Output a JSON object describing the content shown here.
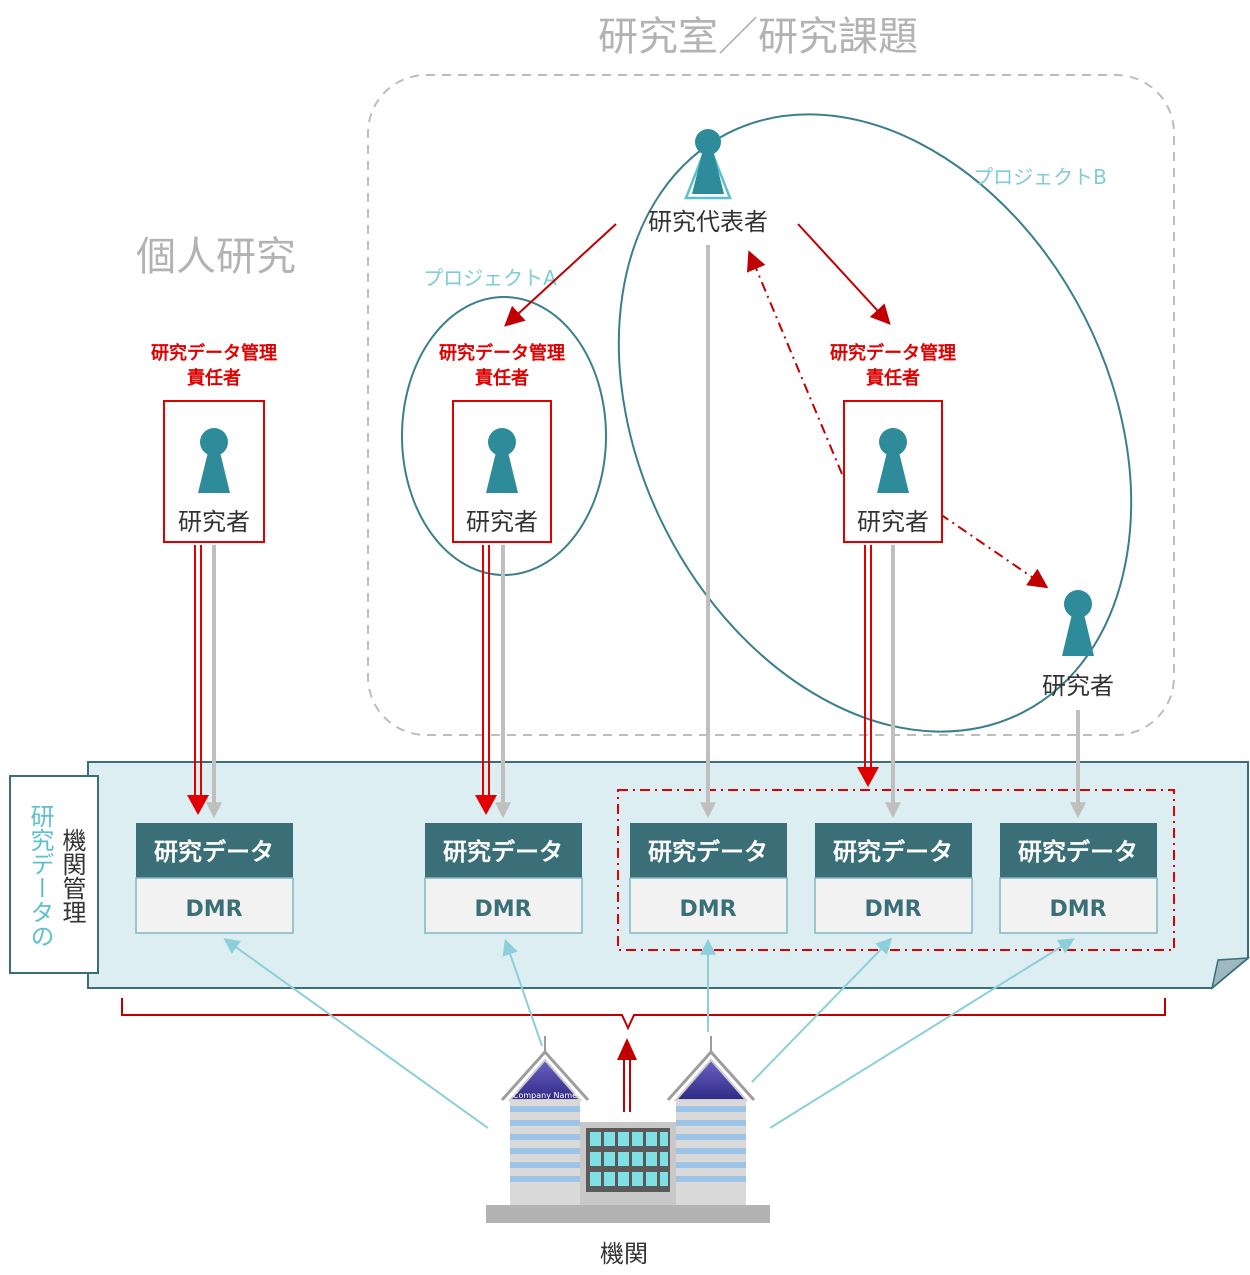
{
  "titles": {
    "lab": "研究室／研究課題",
    "individual": "個人研究",
    "project_a": "プロジェクトA",
    "project_b": "プロジェクトB"
  },
  "roles": {
    "pi": "研究代表者",
    "researcher": "研究者",
    "manager_line1": "研究データ管理",
    "manager_line2": "責任者"
  },
  "panel": {
    "side_label_accent": "研究データの",
    "side_label_main": "機関管理"
  },
  "data_boxes": [
    {
      "header": "研究データ",
      "body": "DMR"
    },
    {
      "header": "研究データ",
      "body": "DMR"
    },
    {
      "header": "研究データ",
      "body": "DMR"
    },
    {
      "header": "研究データ",
      "body": "DMR"
    },
    {
      "header": "研究データ",
      "body": "DMR"
    }
  ],
  "institution": {
    "label": "機関",
    "sign": "Company Name"
  },
  "colors": {
    "teal": "#2e8b99",
    "dark_teal": "#3a6f78",
    "red": "#e00000",
    "dark_red": "#c00000",
    "panel_fill": "#dceef2",
    "gray_arrow": "#bfbfbf",
    "light_blue_arrow": "#8ccfda",
    "faded_title": "#b3b3b3"
  }
}
